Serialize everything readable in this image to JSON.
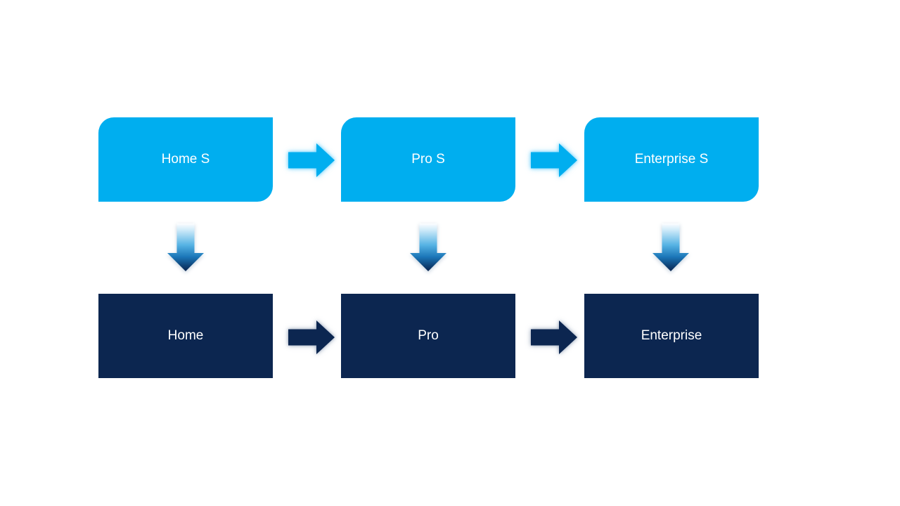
{
  "diagram": {
    "top_row": {
      "nodes": [
        {
          "label": "Home S"
        },
        {
          "label": "Pro S"
        },
        {
          "label": "Enterprise S"
        }
      ]
    },
    "bottom_row": {
      "nodes": [
        {
          "label": "Home"
        },
        {
          "label": "Pro"
        },
        {
          "label": "Enterprise"
        }
      ]
    },
    "icons": {
      "right_arrow": "right-arrow-icon",
      "down_arrow": "down-arrow-icon"
    },
    "colors": {
      "background": "#FFFFFF",
      "light_blue": "#00AEEF",
      "dark_navy": "#0C2650",
      "label_text": "#FFFFFF",
      "down_arrow_gradient_top": "#FDFEFF",
      "down_arrow_gradient_mid": "#56B3E4",
      "down_arrow_gradient_bottom": "#0C2650"
    }
  }
}
